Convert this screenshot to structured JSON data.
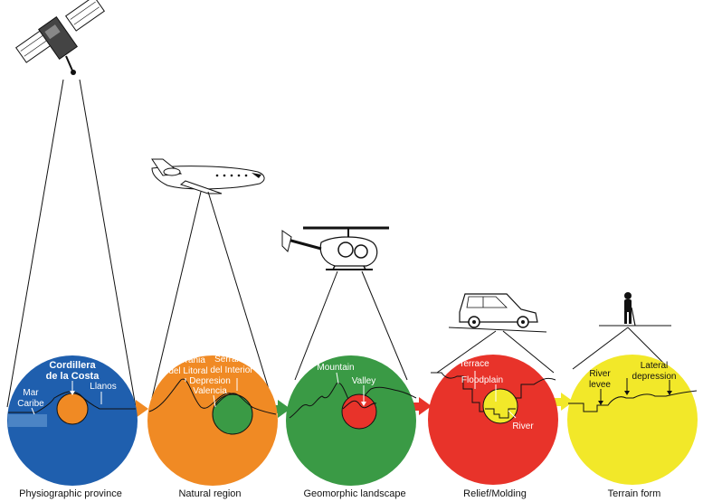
{
  "captions": {
    "physiographic": "Physiographic province",
    "natural": "Natural region",
    "geomorphic": "Geomorphic landscape",
    "relief": "Relief/Molding",
    "terrain": "Terrain form"
  },
  "labels": {
    "cordillera_line1": "Cordillera",
    "cordillera_line2": "de la Costa",
    "mar_line1": "Mar",
    "mar_line2": "Caribe",
    "llanos": "Llanos",
    "serrania_litoral_line1": "Serrania",
    "serrania_litoral_line2": "del Litoral",
    "serrania_interior_line1": "Serrania",
    "serrania_interior_line2": "del Interior",
    "depresion_line1": "Depresion",
    "depresion_line2": "Valencia",
    "mountain": "Mountain",
    "valley": "Valley",
    "terrace": "Terrace",
    "floodplain": "Floodplain",
    "river": "River",
    "river_levee_line1": "River",
    "river_levee_line2": "levee",
    "lateral_line1": "Lateral",
    "lateral_line2": "depression"
  },
  "colors": {
    "blue": "#1f5fae",
    "orange": "#f08a24",
    "green": "#3a9a45",
    "red": "#e8332a",
    "yellow": "#f2e829"
  },
  "icons": [
    "satellite-icon",
    "airplane-icon",
    "helicopter-icon",
    "car-icon",
    "person-icon"
  ]
}
